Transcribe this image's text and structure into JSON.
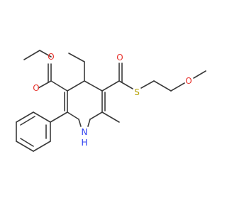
{
  "molecule": {
    "atoms": {
      "o_ester_ether": "O",
      "o_ester_carbonyl": "O",
      "o_thio_carbonyl": "O",
      "s_thioester": "S",
      "o_methoxy": "O",
      "n_ring": "N",
      "h_ring": "H"
    },
    "colors": {
      "oxygen": "#e8342e",
      "sulfur": "#b4a000",
      "nitrogen": "#2c3ef0",
      "bond": "#3a3a3a"
    }
  }
}
